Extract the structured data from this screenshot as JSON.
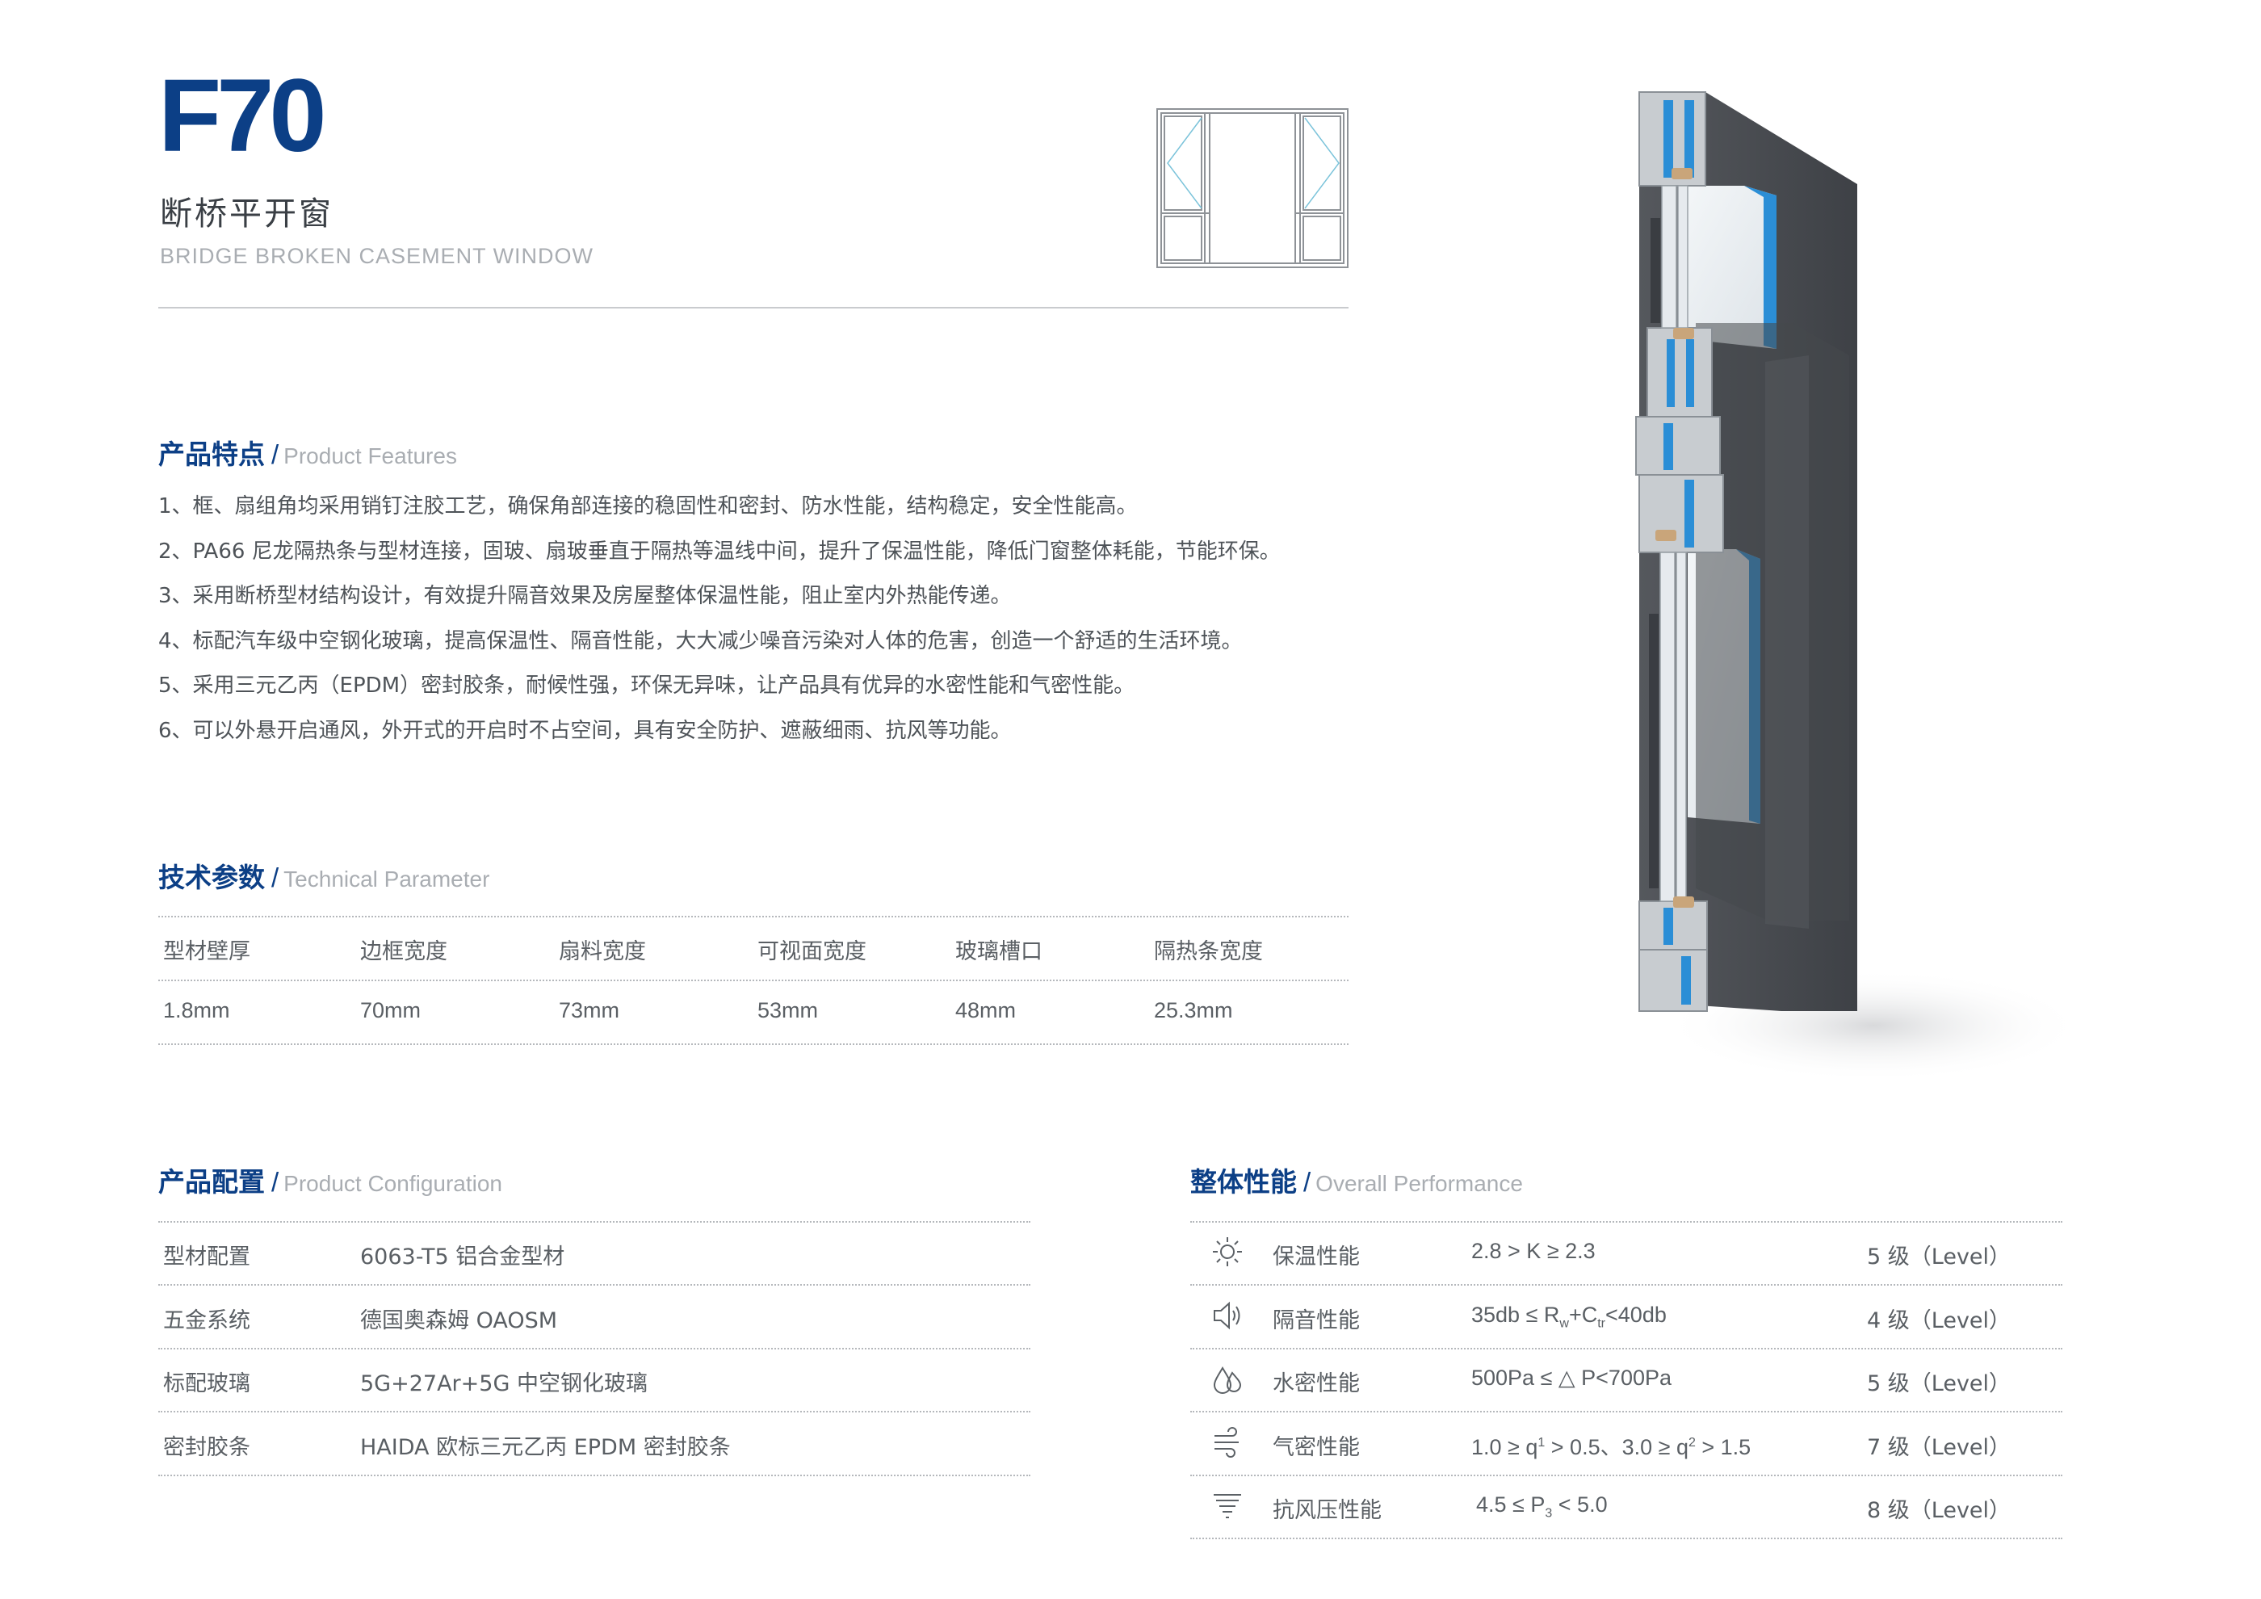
{
  "header": {
    "model": "F70",
    "title_cn": "断桥平开窗",
    "title_en": "BRIDGE BROKEN CASEMENT WINDOW"
  },
  "features": {
    "title_cn": "产品特点",
    "title_en": "Product Features",
    "items": [
      "1、框、扇组角均采用销钉注胶工艺，确保角部连接的稳固性和密封、防水性能，结构稳定，安全性能高。",
      "2、PA66 尼龙隔热条与型材连接，固玻、扇玻垂直于隔热等温线中间，提升了保温性能，降低门窗整体耗能，节能环保。",
      "3、采用断桥型材结构设计，有效提升隔音效果及房屋整体保温性能，阻止室内外热能传递。",
      "4、标配汽车级中空钢化玻璃，提高保温性、隔音性能，大大减少噪音污染对人体的危害，创造一个舒适的生活环境。",
      "5、采用三元乙丙（EPDM）密封胶条，耐候性强，环保无异味，让产品具有优异的水密性能和气密性能。",
      "6、可以外悬开启通风，外开式的开启时不占空间，具有安全防护、遮蔽细雨、抗风等功能。"
    ]
  },
  "tech": {
    "title_cn": "技术参数",
    "title_en": "Technical Parameter",
    "headers": [
      "型材壁厚",
      "边框宽度",
      "扇料宽度",
      "可视面宽度",
      "玻璃槽口",
      "隔热条宽度"
    ],
    "values": [
      "1.8mm",
      "70mm",
      "73mm",
      "53mm",
      "48mm",
      "25.3mm"
    ]
  },
  "config": {
    "title_cn": "产品配置",
    "title_en": "Product Configuration",
    "rows": [
      {
        "label": "型材配置",
        "value": "6063-T5 铝合金型材"
      },
      {
        "label": "五金系统",
        "value": "德国奥森姆 OAOSM"
      },
      {
        "label": "标配玻璃",
        "value": "5G+27Ar+5G 中空钢化玻璃"
      },
      {
        "label": "密封胶条",
        "value": "HAIDA 欧标三元乙丙 EPDM 密封胶条"
      }
    ]
  },
  "performance": {
    "title_cn": "整体性能",
    "title_en": "Overall Performance",
    "rows": [
      {
        "icon": "sun-icon",
        "label": "保温性能",
        "spec": "2.8 > K ≥ 2.3",
        "level": "5 级（Level）"
      },
      {
        "icon": "speaker-icon",
        "label": "隔音性能",
        "spec_parts": [
          "35db ≤ R",
          "w",
          "+C",
          "tr",
          "<40db"
        ],
        "level": "4 级（Level）"
      },
      {
        "icon": "water-drop-icon",
        "label": "水密性能",
        "spec": "500Pa ≤ △ P<700Pa",
        "level": "5 级（Level）"
      },
      {
        "icon": "wind-icon",
        "label": "气密性能",
        "spec_parts": [
          "1.0 ≥ q",
          "1",
          " > 0.5、3.0 ≥ q",
          "2",
          " > 1.5"
        ],
        "level": "7 级（Level）"
      },
      {
        "icon": "tornado-icon",
        "label": "抗风压性能",
        "spec_parts": [
          "4.5 ≤ P",
          "3",
          " < 5.0"
        ],
        "level": "8 级（Level）"
      }
    ]
  },
  "colors": {
    "brand_blue": "#0c3f86",
    "profile_gray": "#4a4d52",
    "insulation_blue": "#2b8ed6"
  }
}
